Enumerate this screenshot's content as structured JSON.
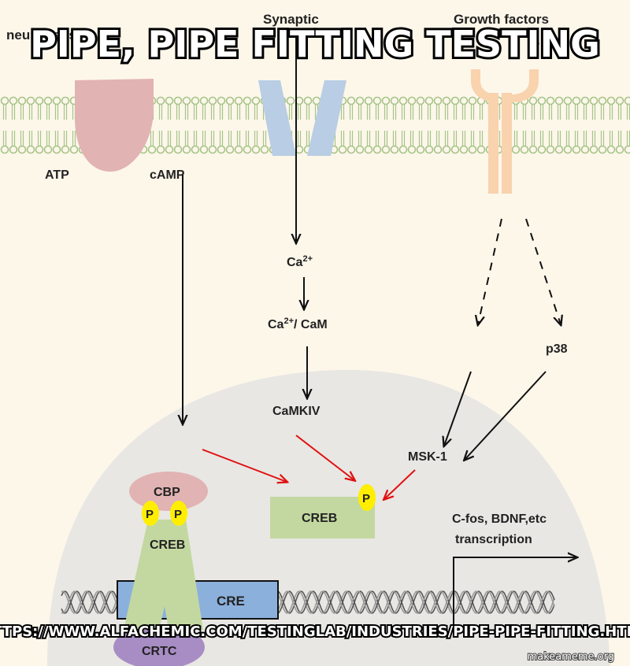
{
  "meme": {
    "top_text": "PIPE, PIPE FITTING TESTING",
    "bottom_text": "HTTPS://WWW.ALFACHEMIC.COM/TESTINGLAB/INDUSTRIES/PIPE-PIPE-FITTING.HTML",
    "watermark": "makeameme.org"
  },
  "labels": {
    "neurotransmitters": "neurotrans",
    "synaptic": "Synaptic",
    "growth_factors": "Growth factors",
    "growth_factors_2": "s",
    "atp": "ATP",
    "camp": "cAMP",
    "ca": "Ca",
    "ca_sup": "2+",
    "cam_suffix": "/ CaM",
    "camkiv": "CaMKIV",
    "p38": "p38",
    "msk1": "MSK-1",
    "creb": "CREB",
    "p": "P",
    "cbp": "CBP",
    "cre": "CRE",
    "crtc": "CRTC",
    "transcription_line1": "C-fos, BDNF,etc",
    "transcription_line2": "transcription"
  },
  "colors": {
    "background": "#fdf7ea",
    "nucleus": "#e8e7e3",
    "membrane": "#a6c48a",
    "phospho": "#ffee00",
    "creb": "#c3d8a1",
    "cbp": "#e2b3b3",
    "cre": "#8cb0dc",
    "crtc": "#a78dc4",
    "receptor": "#f9d2ae",
    "channel": "#b9cde4",
    "activation_arrow": "#e01010"
  }
}
